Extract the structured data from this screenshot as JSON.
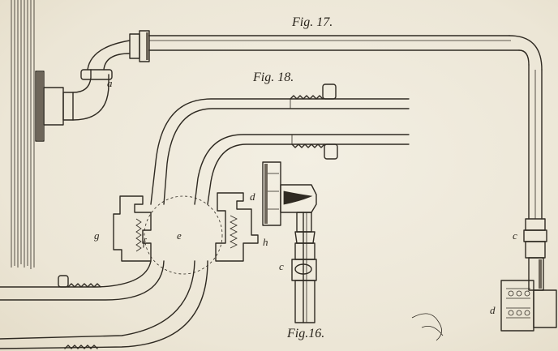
{
  "figures": {
    "fig17": "Fig. 17.",
    "fig18": "Fig. 18.",
    "fig16": "Fig.16."
  },
  "letters": {
    "a": "a",
    "c_right": "c",
    "c_mid": "c",
    "d_mid": "d",
    "d_right": "d",
    "e": "e",
    "f": "f",
    "g": "g",
    "h": "h"
  },
  "colors": {
    "paper": "#efeadc",
    "ink": "#2f2a22"
  }
}
